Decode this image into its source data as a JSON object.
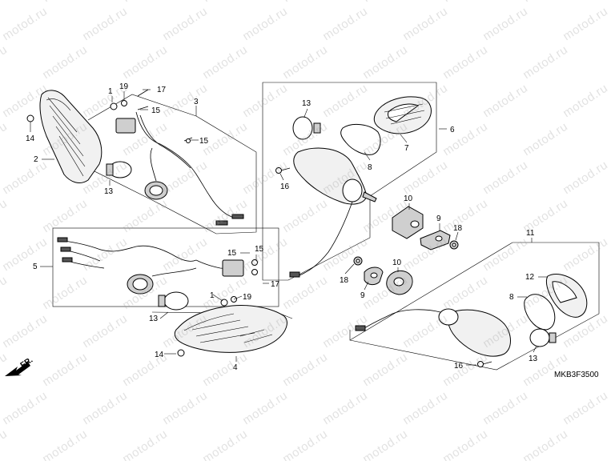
{
  "diagram": {
    "part_code": "MKB3F3500",
    "direction_label": "FR.",
    "watermark_text": "motod.ru",
    "callouts": {
      "c1_a": "1",
      "c1_b": "1",
      "c2": "2",
      "c3": "3",
      "c4": "4",
      "c5": "5",
      "c6": "6",
      "c7": "7",
      "c8_a": "8",
      "c8_b": "8",
      "c9_a": "9",
      "c9_b": "9",
      "c10_a": "10",
      "c10_b": "10",
      "c11": "11",
      "c12": "12",
      "c13_a": "13",
      "c13_b": "13",
      "c13_c": "13",
      "c13_d": "13",
      "c14_a": "14",
      "c14_b": "14",
      "c15_a": "15",
      "c15_b": "15",
      "c15_c": "15",
      "c16_a": "16",
      "c16_b": "16",
      "c17_a": "17",
      "c17_b": "17",
      "c18_a": "18",
      "c18_b": "18",
      "c19_a": "19",
      "c19_b": "19"
    }
  }
}
